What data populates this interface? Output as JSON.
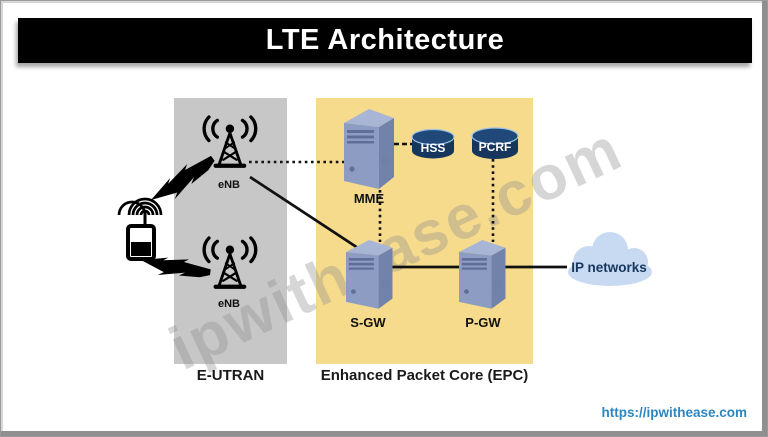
{
  "title": "LTE Architecture",
  "watermark": "ipwithease.com",
  "footer": {
    "url": "https://ipwithease.com"
  },
  "eutran": {
    "label": "E-UTRAN",
    "enb1_label": "eNB",
    "enb2_label": "eNB"
  },
  "epc": {
    "label": "Enhanced Packet Core (EPC)",
    "mme_label": "MME",
    "hss_label": "HSS",
    "pcrf_label": "PCRF",
    "sgw_label": "S-GW",
    "pgw_label": "P-GW"
  },
  "external": {
    "cloud_label": "IP networks"
  },
  "colors": {
    "title_bg": "#000000",
    "title_text": "#FFFFFF",
    "eutran_bg": "#C7C7C7",
    "epc_bg": "#F6DB8C",
    "server_front": "#8C9CC3",
    "server_side": "#7182AB",
    "server_top": "#A9B5D4",
    "db_fill": "#16365D",
    "cloud_fill": "#C7DAF2",
    "cloud_text": "#17375E",
    "url_text": "#2E86C1",
    "watermark_color": "#8F8F8F"
  }
}
